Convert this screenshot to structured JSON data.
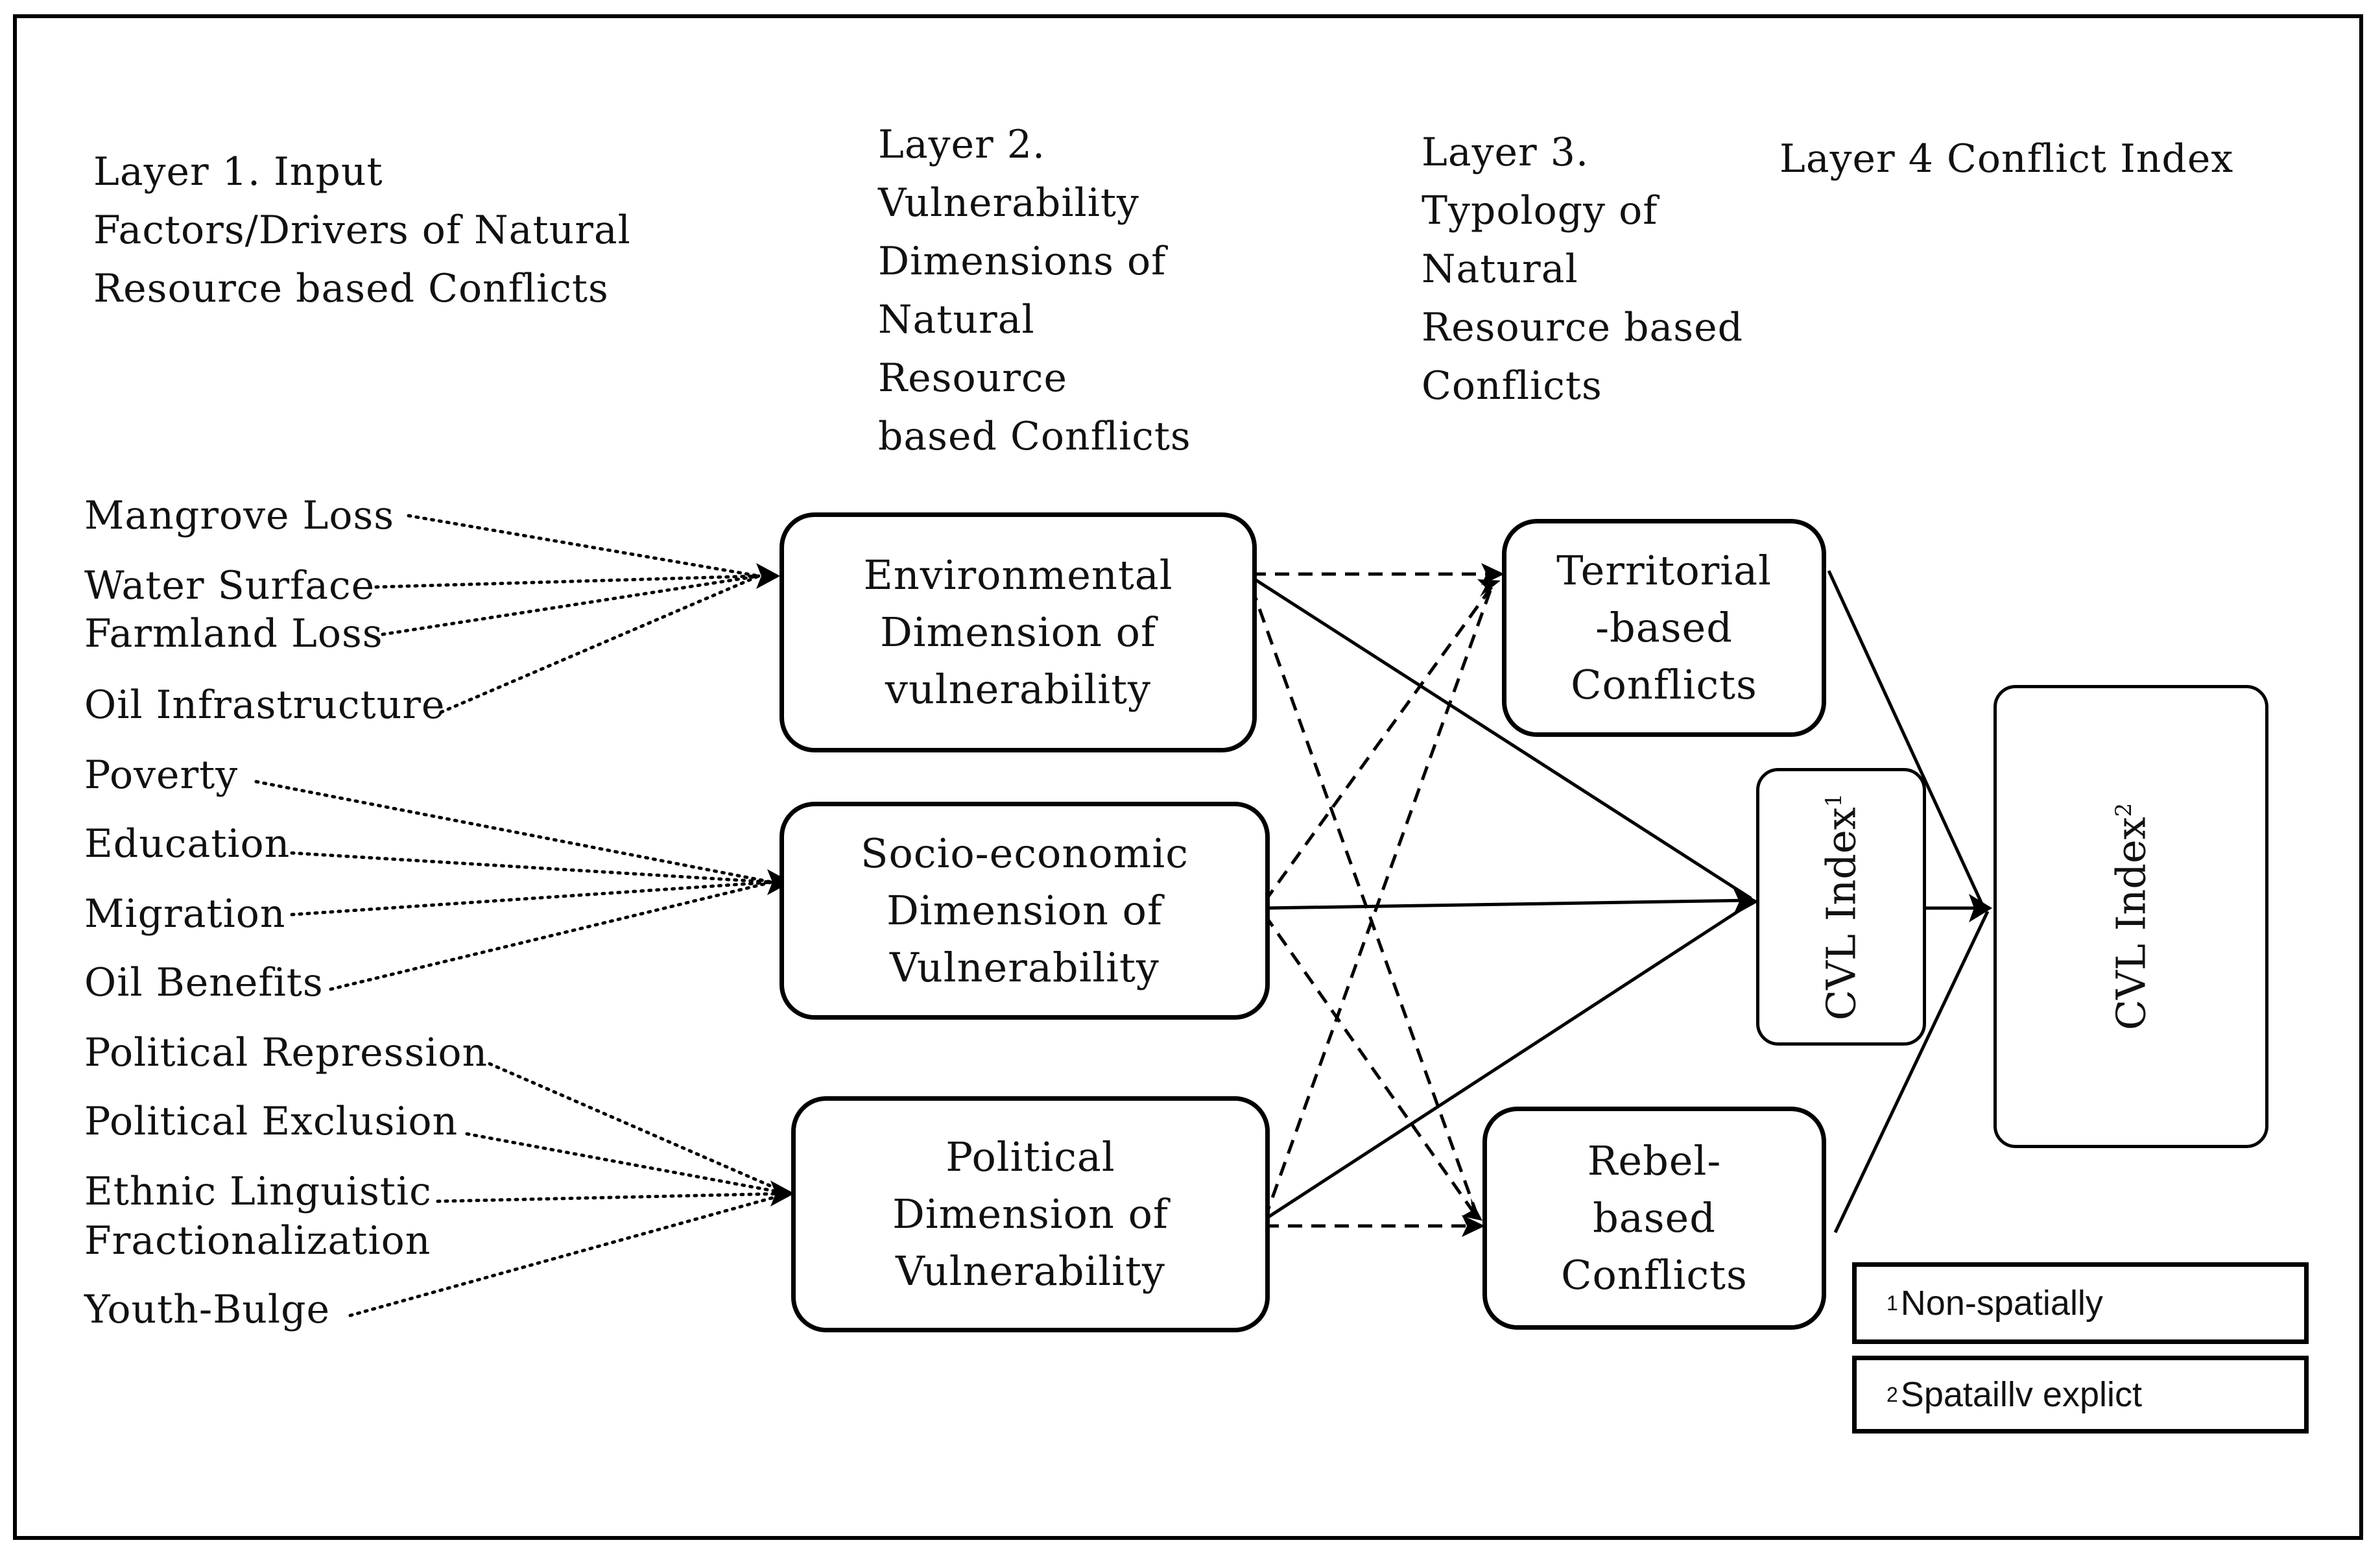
{
  "layers": {
    "layer1": [
      "Layer 1. Input",
      "Factors/Drivers of Natural",
      "Resource based Conflicts"
    ],
    "layer2": [
      "Layer 2.",
      "Vulnerability",
      "Dimensions of",
      "Natural",
      "Resource",
      "based Conflicts"
    ],
    "layer3": [
      "Layer 3.",
      "Typology of",
      "Natural",
      "Resource based",
      "Conflicts"
    ],
    "layer4": "Layer 4 Conflict Index"
  },
  "drivers": {
    "environmental": [
      "Mangrove Loss",
      "Water Surface",
      "Farmland Loss",
      "Oil Infrastructure"
    ],
    "socio_economic": [
      "Poverty",
      "Education",
      "Migration",
      "Oil Benefits"
    ],
    "political": [
      "Political Repression",
      "Political Exclusion",
      "Ethnic Linguistic",
      "Fractionalization",
      "Youth-Bulge"
    ]
  },
  "dimensions": {
    "environmental": [
      "Environmental",
      "Dimension of",
      "vulnerability"
    ],
    "socio_economic": [
      "Socio-economic",
      "Dimension of",
      "Vulnerability"
    ],
    "political": [
      "Political",
      "Dimension of",
      "Vulnerability"
    ]
  },
  "conflicts": {
    "territorial": [
      "Territorial",
      "-based",
      "Conflicts"
    ],
    "rebel": [
      "Rebel-",
      "based",
      "Conflicts"
    ]
  },
  "indices": {
    "cvl1": {
      "label": "CVL Index",
      "mark": "1"
    },
    "cvl2": {
      "label": "CVL Index",
      "mark": "2"
    }
  },
  "notes": {
    "note1": {
      "mark": "1",
      "text": "Non-spatially"
    },
    "note2": {
      "mark": "2",
      "text": "Spataillv explict"
    }
  }
}
